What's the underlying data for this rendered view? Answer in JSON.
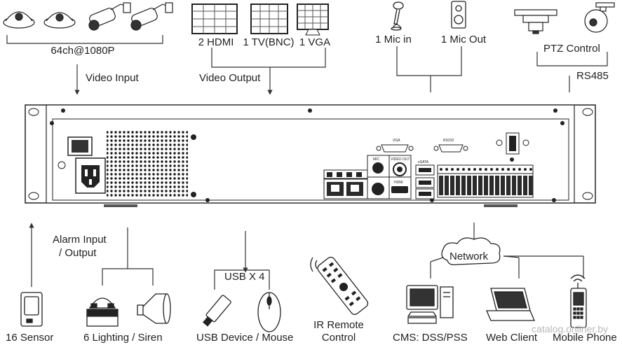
{
  "top": {
    "cameras_label": "64ch@1080P",
    "video_input": "Video Input",
    "hdmi": "2 HDMI",
    "tv_bnc": "1 TV(BNC)",
    "vga": "1 VGA",
    "video_output": "Video Output",
    "mic_in": "1 Mic in",
    "mic_out": "1 Mic Out",
    "ptz_control": "PTZ Control",
    "rs485": "RS485"
  },
  "panel": {
    "vga_port": "VGA",
    "rs232_port": "RS232",
    "mic_port": "MIC",
    "video_out_port": "VIDEO OUT",
    "hdmi_port": "HDMI",
    "esata_port": "eSATA"
  },
  "bottom": {
    "sensor": "16 Sensor",
    "alarm_io_line1": "Alarm Input",
    "alarm_io_line2": "/ Output",
    "lighting_siren": "6 Lighting / Siren",
    "usb_x4": "USB X 4",
    "usb_device_mouse": "USB Device / Mouse",
    "ir_remote_line1": "IR Remote",
    "ir_remote_line2": "Control",
    "network": "Network",
    "cms": "CMS: DSS/PSS",
    "web_client": "Web Client",
    "mobile_phone": "Mobile Phone"
  },
  "watermark": "catalog.onliner.by",
  "colors": {
    "line": "#333333",
    "outline": "#222222",
    "grille": "#1a1a1a",
    "port_fill": "#2b2b2b"
  }
}
